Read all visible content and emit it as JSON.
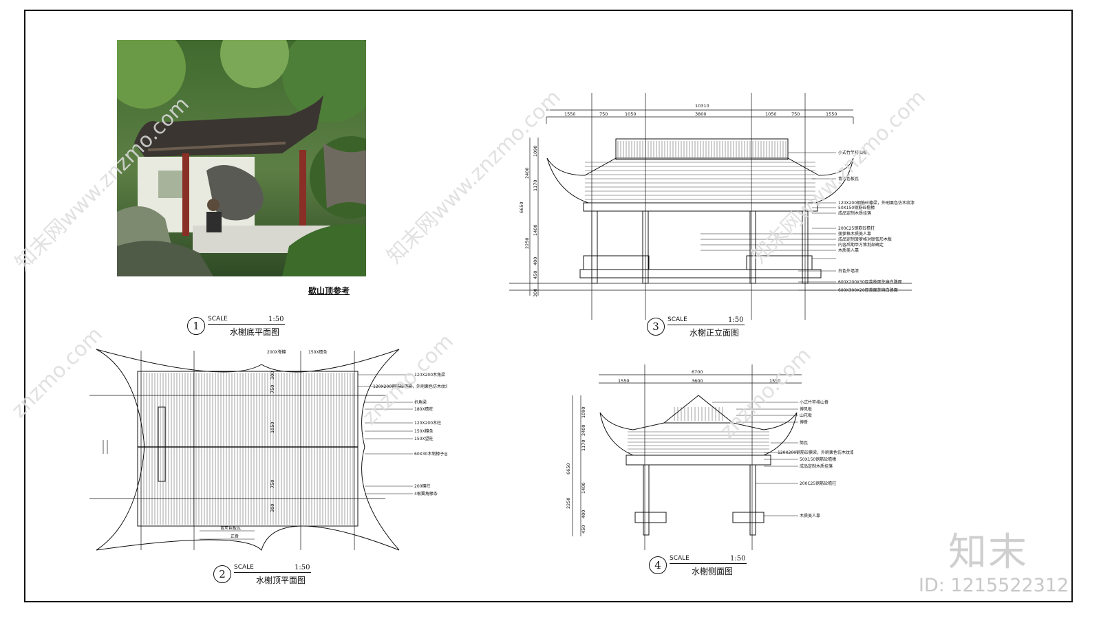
{
  "photo": {
    "caption": "歇山顶参考"
  },
  "views": [
    {
      "number": "1",
      "scale_label": "SCALE",
      "ratio": "1:50",
      "name": "水榭底平面图"
    },
    {
      "number": "2",
      "scale_label": "SCALE",
      "ratio": "1:50",
      "name": "水榭顶平面图"
    },
    {
      "number": "3",
      "scale_label": "SCALE",
      "ratio": "1:50",
      "name": "水榭正立面图"
    },
    {
      "number": "4",
      "scale_label": "SCALE",
      "ratio": "1:50",
      "name": "水榭侧面图"
    }
  ],
  "front_elevation": {
    "total_width": "10310",
    "top_dims": [
      "1550",
      "750",
      "1050",
      "3800",
      "1050",
      "750",
      "1550"
    ],
    "left_dims": [
      "1090",
      "2400",
      "1170",
      "6650",
      "1400",
      "2250",
      "400",
      "450",
      "300"
    ],
    "notes": [
      "小式竹竿排山脊",
      "青灰色板瓦",
      "120X200钢筋砼檩梁，外刷栗色仿木纹漆",
      "50X150钢筋砼檐椽",
      "成品定制木质挂落",
      "200C25钢筋砼檐柱",
      "菠萝格木质美人靠",
      "成品定制菠萝格对联弧形木板",
      "内容后期甲方策划部确定",
      "木质美人靠",
      "白色外墙漆",
      "600X200X30厚荔枝面芝麻白路面",
      "600X300X20厚荔面芝麻白路面"
    ]
  },
  "roof_plan": {
    "notes": [
      "200X脊檩",
      "150X檐条",
      "120X200木角梁",
      "120X200钢筋砼檩梁，外刷栗色仿木纹漆",
      "扒角梁",
      "180X檐柱",
      "120X200木柱",
      "150X檩条",
      "150X望柱",
      "60X30木制椽子@130",
      "200檩柱",
      "4根翼角椽条",
      "青灰色板瓦",
      "正脊"
    ],
    "dims": [
      "300",
      "750",
      "1050",
      "750",
      "300"
    ]
  },
  "side_elevation": {
    "total_width": "6700",
    "top_dims": [
      "1550",
      "3600",
      "1550"
    ],
    "left_dims": [
      "1090",
      "2400",
      "1170",
      "6650",
      "1400",
      "2250",
      "400",
      "450"
    ],
    "notes": [
      "小式竹竿排山脊",
      "博风板",
      "山花板",
      "博脊",
      "筒瓦",
      "120X200钢筋砼檩梁，外刷栗色仿木纹漆",
      "50X150钢筋砼檐椽",
      "成品定制木质挂落",
      "200C25钢筋砼檐柱",
      "木质美人靠"
    ]
  },
  "watermark": {
    "site": "znzmo.com",
    "site_full": "知末网www.znzmo.com",
    "brand": "知末",
    "id": "ID: 1215522312"
  }
}
